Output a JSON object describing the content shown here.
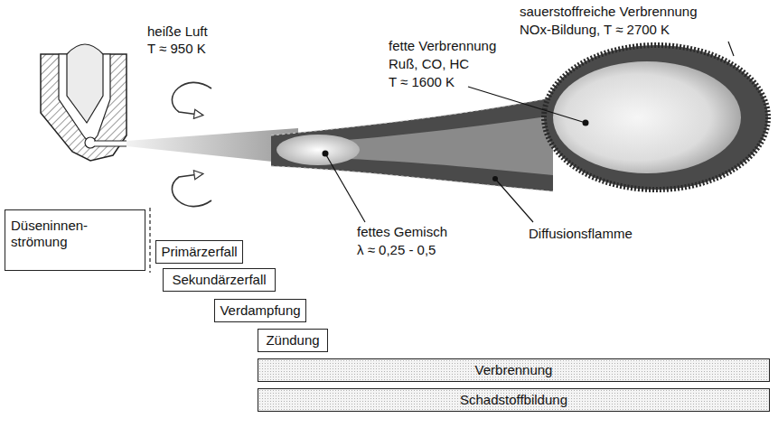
{
  "diagram": {
    "nodes": [
      {
        "text": [
          "Düseninnen- strömung"
        ]
      },
      {
        "text": [
          "Primärzerfall"
        ]
      },
      {
        "text": [
          "Sekundärzerfall"
        ]
      },
      {
        "text": [
          "Verdampfung"
        ]
      },
      {
        "text": [
          "Zündung"
        ]
      },
      {
        "text": [
          "Verbrennung"
        ]
      },
      {
        "text": [
          "Schadstoffbildung"
        ]
      }
    ],
    "labels": [
      "heiße Luft",
      "T ≈ 950 K",
      "fette Verbrennung",
      "Ruß, CO, HC",
      "T ≈ 1600 K",
      "sauerstoffreiche Verbrennung",
      "NOx-Bildung, T ≈ 2700 K",
      "fettes Gemisch",
      "λ ≈ 0,25 - 0,5",
      "Diffusionsflamme"
    ]
  }
}
